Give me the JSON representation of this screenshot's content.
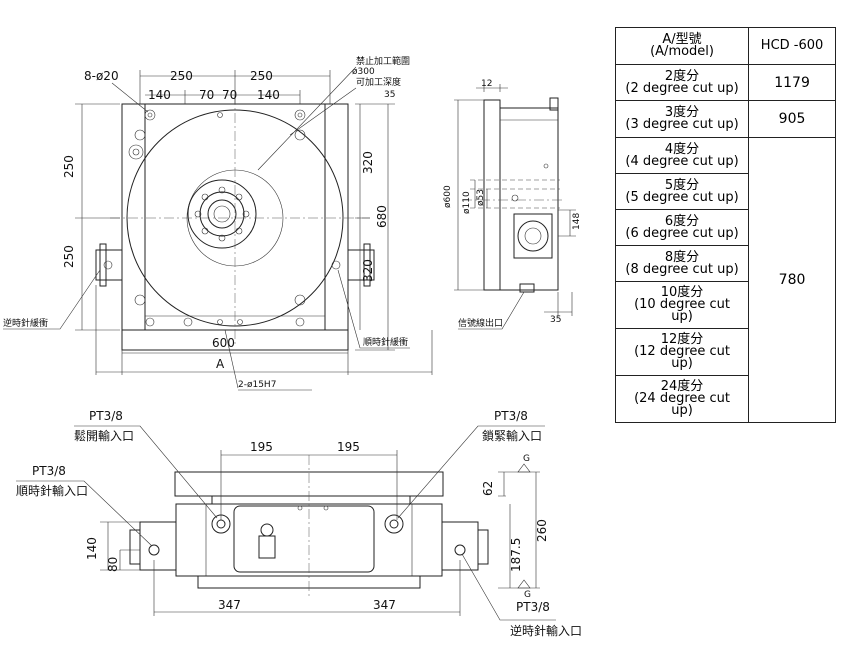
{
  "top_view": {
    "holes_label": "8-ø20",
    "dim_250_left": "250",
    "dim_250_right": "250",
    "dim_140_left": "140",
    "dim_70_left": "70",
    "dim_70_right": "70",
    "dim_140_right": "140",
    "no_machining_zone": "禁止加工範圍",
    "dia_300": "ø300",
    "machinable_depth": "可加工深度",
    "depth_35": "35",
    "dim_250_upper": "250",
    "dim_250_lower": "250",
    "dim_320_upper": "320",
    "dim_320_lower": "320",
    "dim_680": "680",
    "dim_600": "600",
    "dim_A": "A",
    "pin_holes": "2-ø15H7",
    "ccw_buffer": "逆時針緩衝",
    "cw_buffer": "順時針緩衝"
  },
  "side_view": {
    "dim_12": "12",
    "dia_600": "ø600",
    "dia_110": "ø110",
    "dia_53": "ø53",
    "dim_148": "148",
    "dim_35": "35",
    "signal_outlet": "信號線出口"
  },
  "front_view": {
    "pt_tl": "PT3/8",
    "release_inlet": "鬆開輸入口",
    "pt_tr": "PT3/8",
    "lock_inlet": "鎖緊輸入口",
    "pt_ml": "PT3/8",
    "cw_inlet": "順時針輸入口",
    "dim_195_left": "195",
    "dim_195_right": "195",
    "dim_62": "62",
    "dim_187_5": "187.5",
    "dim_260": "260",
    "dim_140": "140",
    "dim_80": "80",
    "dim_347_left": "347",
    "dim_347_right": "347",
    "pt_br": "PT3/8",
    "ccw_inlet": "逆時針輸入口",
    "g_top": "G",
    "g_bottom": "G"
  },
  "spec_table": {
    "header_label_1": "A/型號",
    "header_label_2": "(A/model)",
    "header_value": "HCD -600",
    "rows": [
      {
        "l1": "2度分",
        "l2": "(2 degree cut up)"
      },
      {
        "l1": "3度分",
        "l2": "(3 degree cut up)"
      },
      {
        "l1": "4度分",
        "l2": "(4 degree cut up)"
      },
      {
        "l1": "5度分",
        "l2": "(5 degree cut up)"
      },
      {
        "l1": "6度分",
        "l2": "(6 degree cut up)"
      },
      {
        "l1": "8度分",
        "l2": "(8 degree cut up)"
      },
      {
        "l1": "10度分",
        "l2": "(10 degree cut",
        "l3": "up)"
      },
      {
        "l1": "12度分",
        "l2": "(12 degree cut",
        "l3": "up)"
      },
      {
        "l1": "24度分",
        "l2": "(24 degree cut",
        "l3": "up)"
      }
    ],
    "values": {
      "v2": "1179",
      "v3": "905",
      "v_rest": "780"
    }
  }
}
